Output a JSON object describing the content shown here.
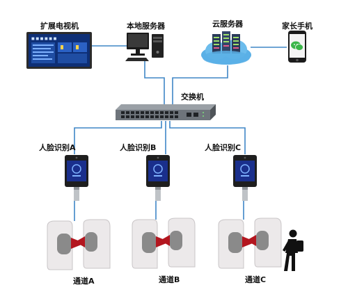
{
  "nodes": {
    "extended_tv": {
      "label": "扩展电视机",
      "screen": {
        "title": "■ ■ ■ ■ ■ ■"
      }
    },
    "local_server": {
      "label": "本地服务器"
    },
    "cloud_server": {
      "label": "云服务器"
    },
    "parent_phone": {
      "label": "家长手机"
    },
    "switch": {
      "label": "交换机"
    },
    "face_terminals": [
      {
        "label": "人脸识别A"
      },
      {
        "label": "人脸识别B"
      },
      {
        "label": "人脸识别C"
      }
    ],
    "channels": [
      {
        "label": "通道A"
      },
      {
        "label": "通道B"
      },
      {
        "label": "通道C"
      }
    ]
  },
  "colors": {
    "wire": "#3f86c6",
    "tv_screen": "#0e2f76",
    "switch_body": "#6e747b",
    "cloud": "#5bb0e6",
    "phone_icon": "#3bb64a",
    "face_screen": "#1a2f8c",
    "gate_flap": "#b3161f",
    "gate_body": "#ece9ea",
    "pedestrian": "#111111"
  }
}
